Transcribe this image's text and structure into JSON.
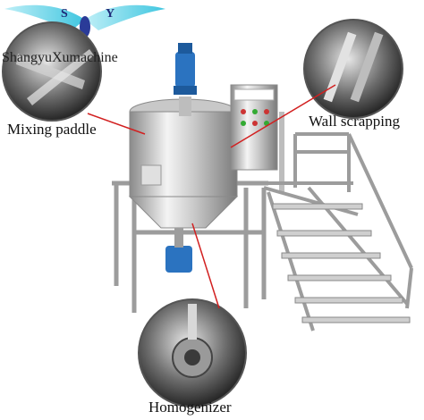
{
  "logo": {
    "letter_left": "S",
    "letter_right": "Y",
    "brand_text": "ShangyuXumachine"
  },
  "labels": {
    "mixing_paddle": "Mixing paddle",
    "wall_scrapping": "Wall scrapping",
    "homogenizer": "Homogenizer"
  },
  "colors": {
    "logo_blue": "#1e2a78",
    "wing_cyan": "#4fd1e6",
    "motor_blue": "#2b73c0",
    "leader_line": "#d22020"
  }
}
